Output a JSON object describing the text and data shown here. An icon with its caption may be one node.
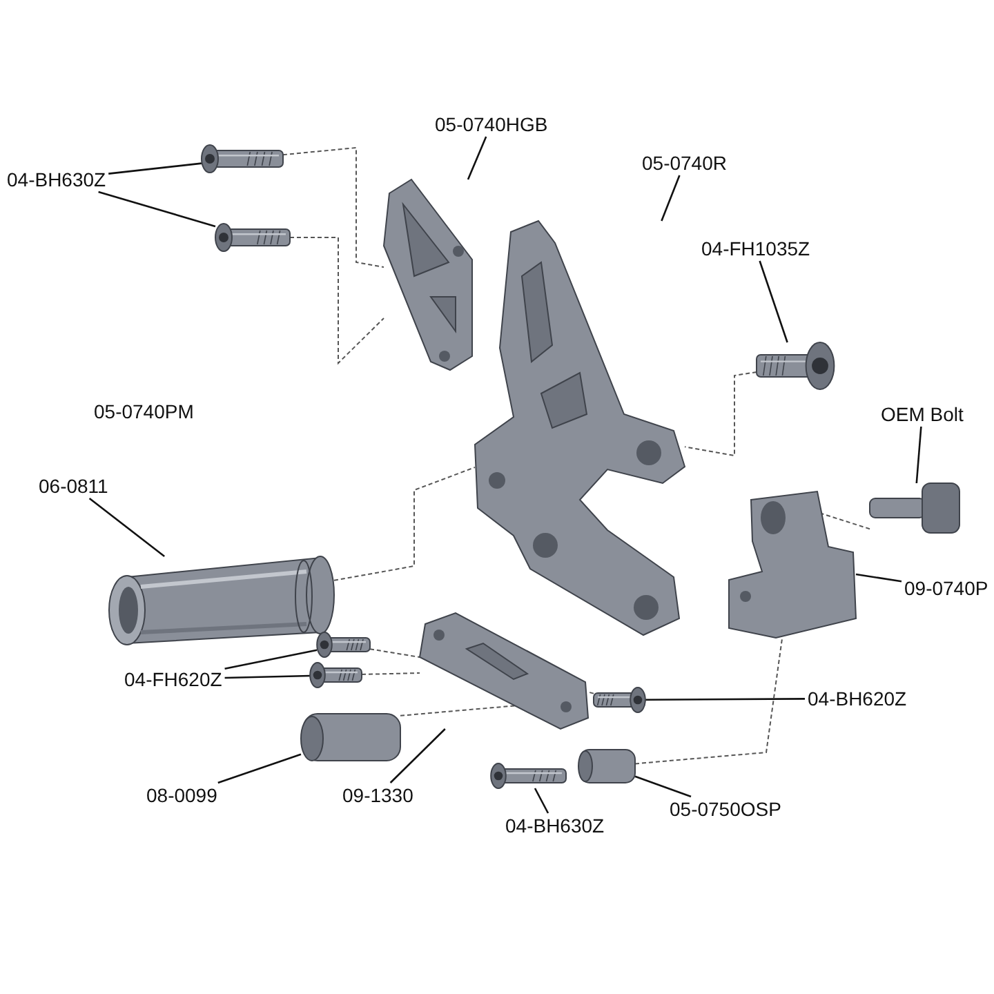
{
  "diagram": {
    "nodes": [
      {
        "text": [
          "04-BH630Z"
        ]
      },
      {
        "text": [
          "05-0740HGB"
        ]
      },
      {
        "text": [
          "05-0740R"
        ]
      },
      {
        "text": [
          "04-FH1035Z"
        ]
      },
      {
        "text": [
          "OEM Bolt"
        ]
      },
      {
        "text": [
          "06-0811"
        ]
      },
      {
        "text": [
          "09-0740P"
        ]
      },
      {
        "text": [
          "04-FH620Z"
        ]
      },
      {
        "text": [
          "04-BH620Z"
        ]
      },
      {
        "text": [
          "08-0099"
        ]
      },
      {
        "text": [
          "09-1330"
        ]
      },
      {
        "text": [
          "04-BH630Z"
        ]
      },
      {
        "text": [
          "05-0750OSP"
        ]
      },
      {
        "text": [],
        "shape": "picture"
      },
      {
        "text": [],
        "shape": "picture"
      },
      {
        "text": [],
        "shape": "picture"
      },
      {
        "text": [],
        "shape": "picture"
      },
      {
        "text": [],
        "shape": "picture"
      },
      {
        "text": [],
        "shape": "picture"
      },
      {
        "text": [],
        "shape": "picture"
      },
      {
        "text": [],
        "shape": "picture"
      },
      {
        "text": [],
        "shape": "picture"
      },
      {
        "text": [],
        "shape": "picture"
      },
      {
        "text": [],
        "shape": "picture"
      },
      {
        "text": [],
        "shape": "picture"
      },
      {
        "text": [],
        "shape": "picture"
      },
      {
        "text": [],
        "shape": "picture"
      },
      {
        "text": [],
        "shape": "picture"
      }
    ],
    "edges": [
      {
        "from": 0,
        "to": 13,
        "arrow": "none"
      },
      {
        "from": 0,
        "to": 14,
        "arrow": "none"
      },
      {
        "from": 1,
        "to": 15,
        "arrow": "none"
      },
      {
        "from": 2,
        "to": 16,
        "arrow": "none"
      },
      {
        "from": 3,
        "to": 17,
        "arrow": "none"
      },
      {
        "from": 4,
        "to": 18,
        "arrow": "none"
      },
      {
        "from": 5,
        "to": 19,
        "arrow": "none"
      },
      {
        "from": 6,
        "to": 20,
        "arrow": "none"
      },
      {
        "from": 7,
        "to": 21,
        "arrow": "none"
      },
      {
        "from": 7,
        "to": 22,
        "arrow": "none"
      },
      {
        "from": 8,
        "to": 24,
        "arrow": "none"
      },
      {
        "from": 9,
        "to": 25,
        "arrow": "none"
      },
      {
        "from": 10,
        "to": 23,
        "arrow": "none"
      },
      {
        "from": 11,
        "to": 26,
        "arrow": "none"
      },
      {
        "from": 12,
        "to": 27,
        "arrow": "none"
      },
      {
        "from": 13,
        "to": 15,
        "arrow": "none",
        "style": "dashed"
      },
      {
        "from": 14,
        "to": 15,
        "arrow": "none",
        "style": "dashed"
      },
      {
        "from": 17,
        "to": 16,
        "arrow": "none",
        "style": "dashed"
      },
      {
        "from": 19,
        "to": 16,
        "arrow": "none",
        "style": "dashed"
      },
      {
        "from": 18,
        "to": 20,
        "arrow": "none",
        "style": "dashed"
      },
      {
        "from": 21,
        "to": 23,
        "arrow": "none",
        "style": "dashed"
      },
      {
        "from": 22,
        "to": 23,
        "arrow": "none",
        "style": "dashed"
      },
      {
        "from": 24,
        "to": 23,
        "arrow": "none",
        "style": "dashed"
      },
      {
        "from": 25,
        "to": 23,
        "arrow": "none",
        "style": "dashed"
      },
      {
        "from": 27,
        "to": 20,
        "arrow": "none",
        "style": "dashed"
      }
    ],
    "labels": [
      "05-0740PM"
    ]
  }
}
